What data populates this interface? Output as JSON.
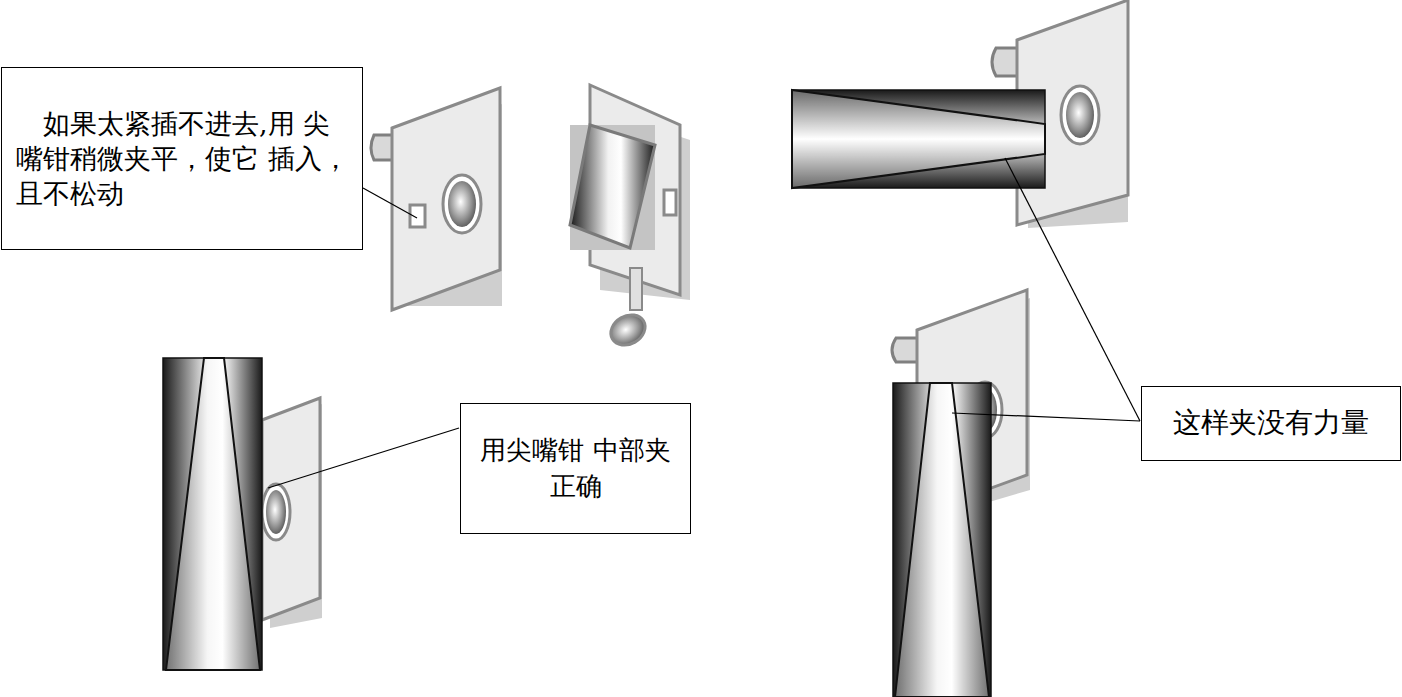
{
  "diagram": {
    "nodes": [
      {
        "text": [
          "如果太紧插不进去,用 尖嘴钳稍微夹平，使它 插入，且不松动"
        ]
      },
      {
        "text": [
          "用尖嘴钳 中部夹正确"
        ]
      },
      {
        "text": [
          "这样夹没有力量"
        ]
      }
    ]
  }
}
